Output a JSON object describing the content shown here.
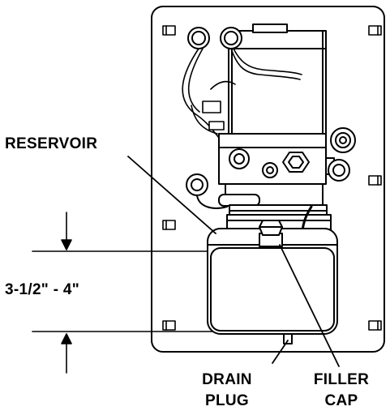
{
  "labels": {
    "reservoir": "RESERVOIR",
    "dimension": "3-1/2\" - 4\"",
    "drain_line1": "DRAIN",
    "drain_line2": "PLUG",
    "filler_line1": "FILLER",
    "filler_line2": "CAP"
  },
  "colors": {
    "ink": "#000000",
    "paper": "#ffffff"
  }
}
